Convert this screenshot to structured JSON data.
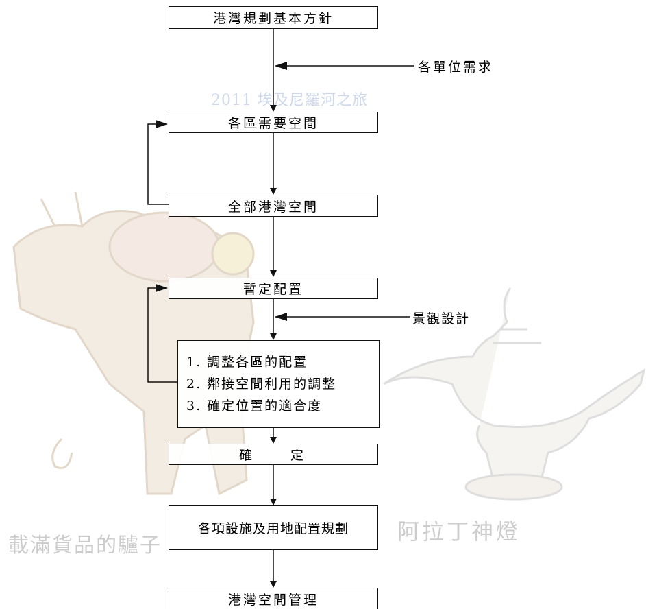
{
  "flow": {
    "step1": "港灣規劃基本方針",
    "input1": "各單位需求",
    "step2": "各區需要空間",
    "step3": "全部港灣空間",
    "step4": "暫定配置",
    "input2": "景觀設計",
    "adjust": [
      "1. 調整各區的配置",
      "2. 鄰接空間利用的調整",
      "3. 確定位置的適合度"
    ],
    "step5": "確　　定",
    "step6": "各項設施及用地配置規劃",
    "step7": "港灣空間管理"
  },
  "watermark": {
    "title": "2011 埃及尼羅河之旅",
    "left_caption": "載滿貨品的驢子",
    "right_caption": "阿拉丁神燈"
  },
  "colors": {
    "line": "#111111",
    "watermark_text": "#cccccc",
    "watermark_title": "#cfd9ea"
  }
}
